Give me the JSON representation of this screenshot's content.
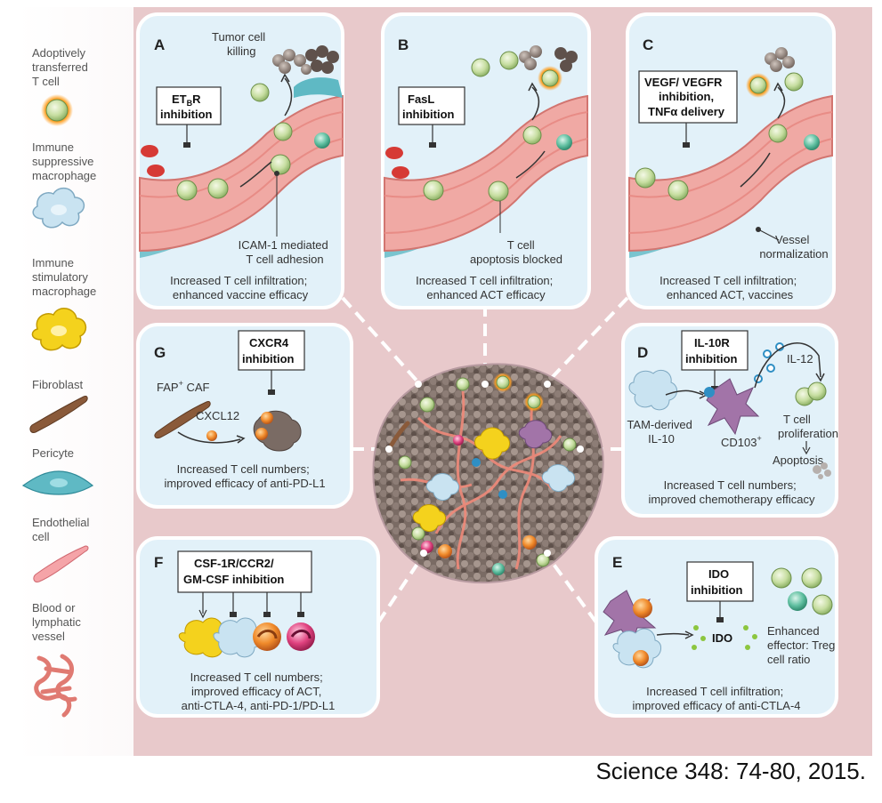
{
  "legend": {
    "adoptive_t": [
      "Adoptively",
      "transferred",
      "T cell"
    ],
    "suppressive": [
      "Immune",
      "suppressive",
      "macrophage"
    ],
    "stimulatory": [
      "Immune",
      "stimulatory",
      "macrophage"
    ],
    "fibroblast": [
      "Fibroblast"
    ],
    "pericyte": [
      "Pericyte"
    ],
    "endothelial": [
      "Endothelial",
      "cell"
    ],
    "vessel": [
      "Blood or",
      "lymphatic",
      "vessel"
    ]
  },
  "panels": {
    "A": {
      "letter": "A",
      "box": [
        "ET",
        "B",
        "R",
        "inhibition"
      ],
      "labels": {
        "tumor_killing": [
          "Tumor cell",
          "killing"
        ],
        "icam": [
          "ICAM-1 mediated",
          "T cell adhesion"
        ]
      },
      "caption": [
        "Increased T cell infiltration;",
        "enhanced vaccine efficacy"
      ]
    },
    "B": {
      "letter": "B",
      "box": [
        "FasL",
        "inhibition"
      ],
      "labels": {
        "apoptosis": [
          "T cell",
          "apoptosis blocked"
        ]
      },
      "caption": [
        "Increased T cell infiltration;",
        "enhanced ACT efficacy"
      ]
    },
    "C": {
      "letter": "C",
      "box": [
        "VEGF/ VEGFR",
        "inhibition,",
        "TNFα delivery"
      ],
      "labels": {
        "normalization": [
          "Vessel",
          "normalization"
        ]
      },
      "caption": [
        "Increased T cell infiltration;",
        "enhanced ACT, vaccines"
      ]
    },
    "G": {
      "letter": "G",
      "box": [
        "CXCR4",
        "inhibition"
      ],
      "labels": {
        "fap": "FAP",
        "fap_sup": "+",
        "caf": " CAF",
        "cxcl12": "CXCL12"
      },
      "caption": [
        "Increased T cell numbers;",
        "improved efficacy of anti-PD-L1"
      ]
    },
    "D": {
      "letter": "D",
      "box": [
        "IL-10R",
        "inhibition"
      ],
      "labels": {
        "tam": [
          "TAM-derived",
          "IL-10"
        ],
        "il12": "IL-12",
        "cd103": "CD103",
        "cd103_sup": "+",
        "prolif": [
          "T cell",
          "proliferation"
        ],
        "apoptosis": "Apoptosis"
      },
      "caption": [
        "Increased T cell numbers;",
        "improved chemotherapy efficacy"
      ]
    },
    "F": {
      "letter": "F",
      "box": [
        "CSF-1R/CCR2/",
        "GM-CSF inhibition"
      ],
      "caption": [
        "Increased T cell numbers;",
        "improved efficacy of ACT,",
        "anti-CTLA-4, anti-PD-1/PD-L1"
      ]
    },
    "E": {
      "letter": "E",
      "box": [
        "IDO",
        "inhibition"
      ],
      "labels": {
        "ido": "IDO",
        "effector": [
          "Enhanced",
          "effector: Treg",
          "cell ratio"
        ]
      },
      "caption": [
        "Increased T cell infiltration;",
        "improved efficacy of anti-CTLA-4"
      ]
    }
  },
  "citation": "Science 348: 74-80, 2015.",
  "colors": {
    "background_pink": "#e8c9cb",
    "panel_fill": "#e2f1f9",
    "panel_stroke": "#ffffff",
    "tcell": "#c7dea1",
    "tcell_dark": "#7fa55a",
    "vessel_pink": "#f0a9a4",
    "pericyte": "#5fb9c4",
    "macrophage_light": "#c9e3f1",
    "macrophage_yellow": "#f4d21d",
    "fibroblast": "#8a5a3a",
    "tumor": "#8f8079"
  }
}
